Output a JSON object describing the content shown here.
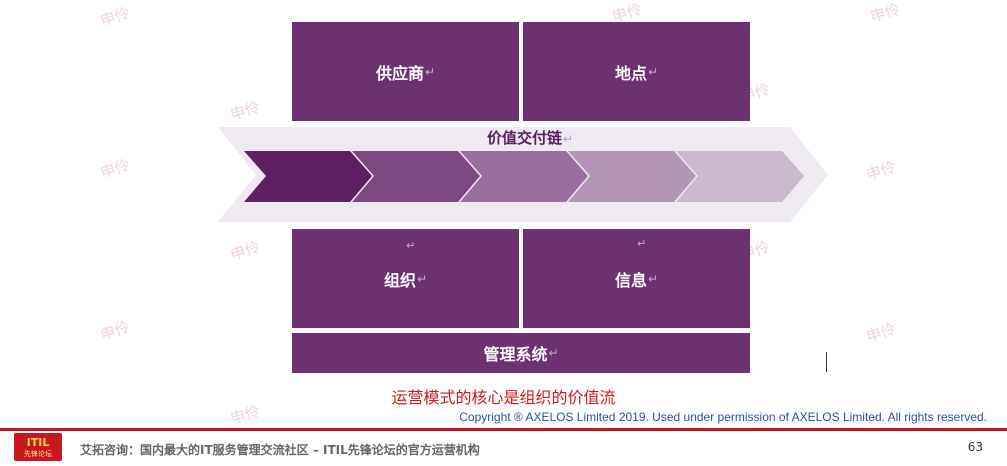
{
  "diagram": {
    "top_boxes": [
      {
        "label": "供应商"
      },
      {
        "label": "地点"
      }
    ],
    "value_chain_label": "价值交付链",
    "bottom_boxes": [
      {
        "label": "组织"
      },
      {
        "label": "信息"
      }
    ],
    "base_box": {
      "label": "管理系统"
    },
    "paragraph_mark": "↵",
    "colors": {
      "box": "#6d3070",
      "chevrons": [
        "#5e1f63",
        "#7d4882",
        "#9a6e9e",
        "#b396b6",
        "#cab8cc"
      ],
      "band": "#efe9f1"
    }
  },
  "caption": "运营模式的核心是组织的价值流",
  "copyright": "Copyright ® AXELOS Limited 2019. Used under permission of AXELOS Limited. All rights reserved.",
  "footer": {
    "logo_text": "ITIL",
    "logo_subtext": "先锋论坛",
    "text": "艾拓咨询：国内最大的IT服务管理交流社区 – ITIL先锋论坛的官方运营机构",
    "page_number": "63"
  },
  "watermark_text": "申伶"
}
